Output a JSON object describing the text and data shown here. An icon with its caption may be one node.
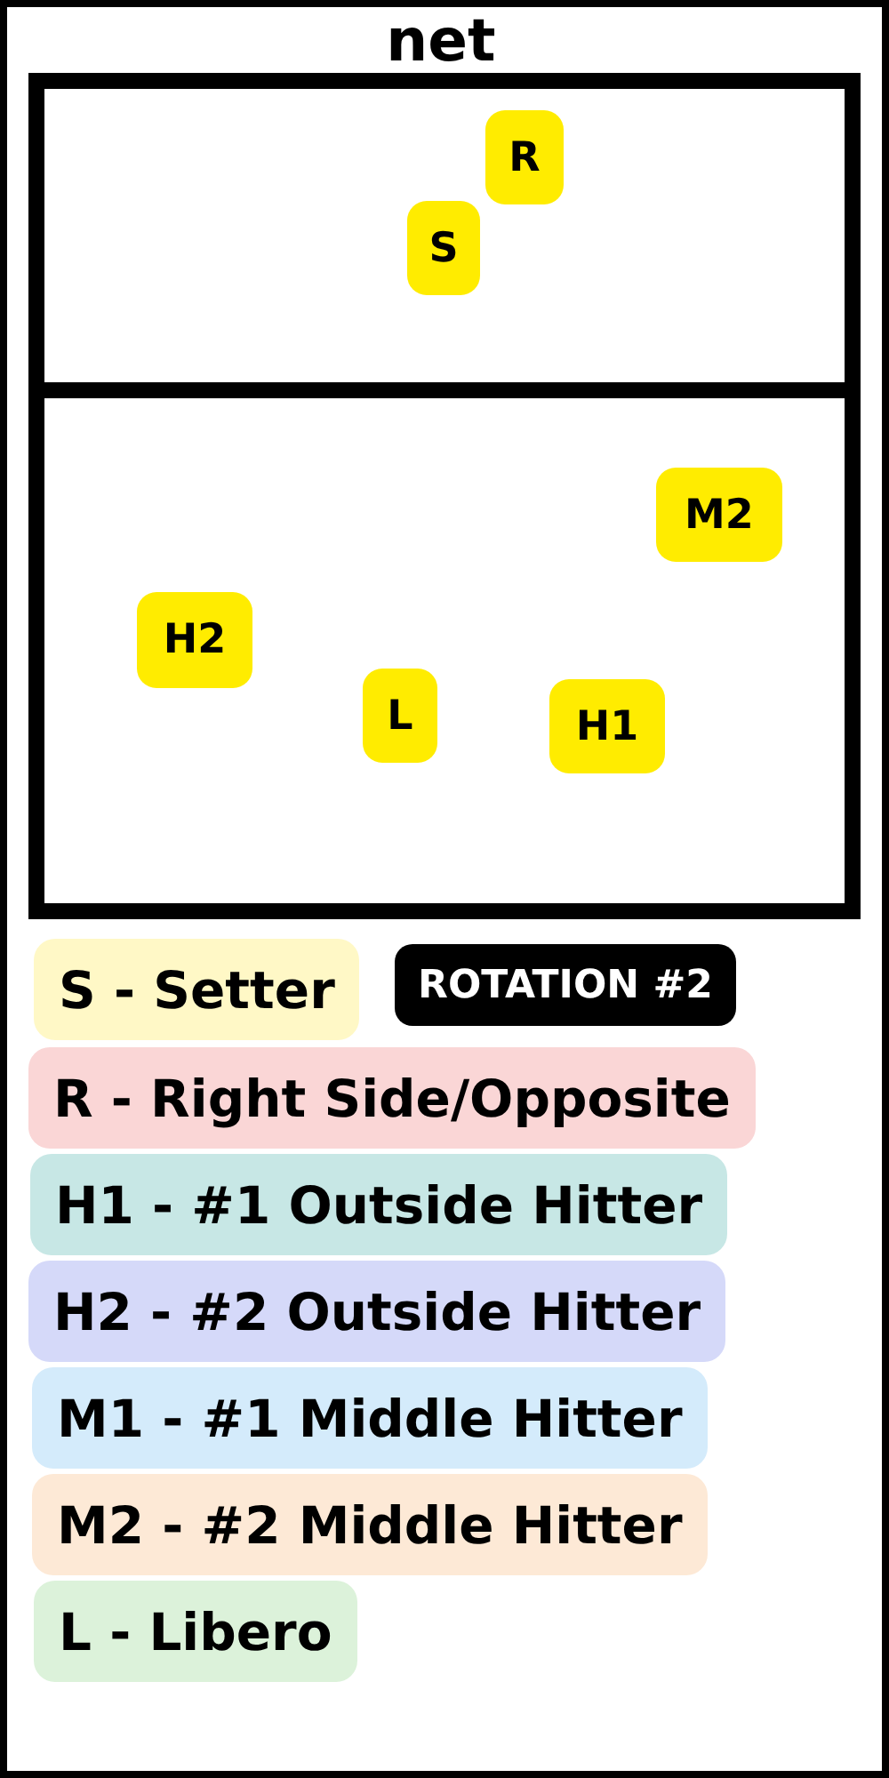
{
  "diagram": {
    "nodes": [
      {
        "text": [],
        "shape": "box"
      },
      {
        "text": [
          "R"
        ],
        "in": 0
      },
      {
        "text": [
          "S"
        ],
        "in": 0
      },
      {
        "text": [
          "M2"
        ],
        "in": 0
      },
      {
        "text": [
          "H2"
        ],
        "in": 0
      },
      {
        "text": [
          "L"
        ],
        "in": 0
      },
      {
        "text": [
          "H1"
        ],
        "in": 0
      }
    ],
    "edges": [],
    "labels": [
      "net",
      "ROTATION #2"
    ],
    "legend": [
      {
        "text": "S - Setter",
        "color": "#fff8c6"
      },
      {
        "text": "R - Right Side/Opposite",
        "color": "#fad6d6"
      },
      {
        "text": "H1 - #1 Outside Hitter",
        "color": "#c7e7e5"
      },
      {
        "text": "H2 - #2 Outside Hitter",
        "color": "#d5d9f9"
      },
      {
        "text": "M1 - #1 Middle Hitter",
        "color": "#d4ebfb"
      },
      {
        "text": "M2 - #2 Middle Hitter",
        "color": "#fde9d6"
      },
      {
        "text": "L - Libero",
        "color": "#dcf2da"
      }
    ]
  }
}
